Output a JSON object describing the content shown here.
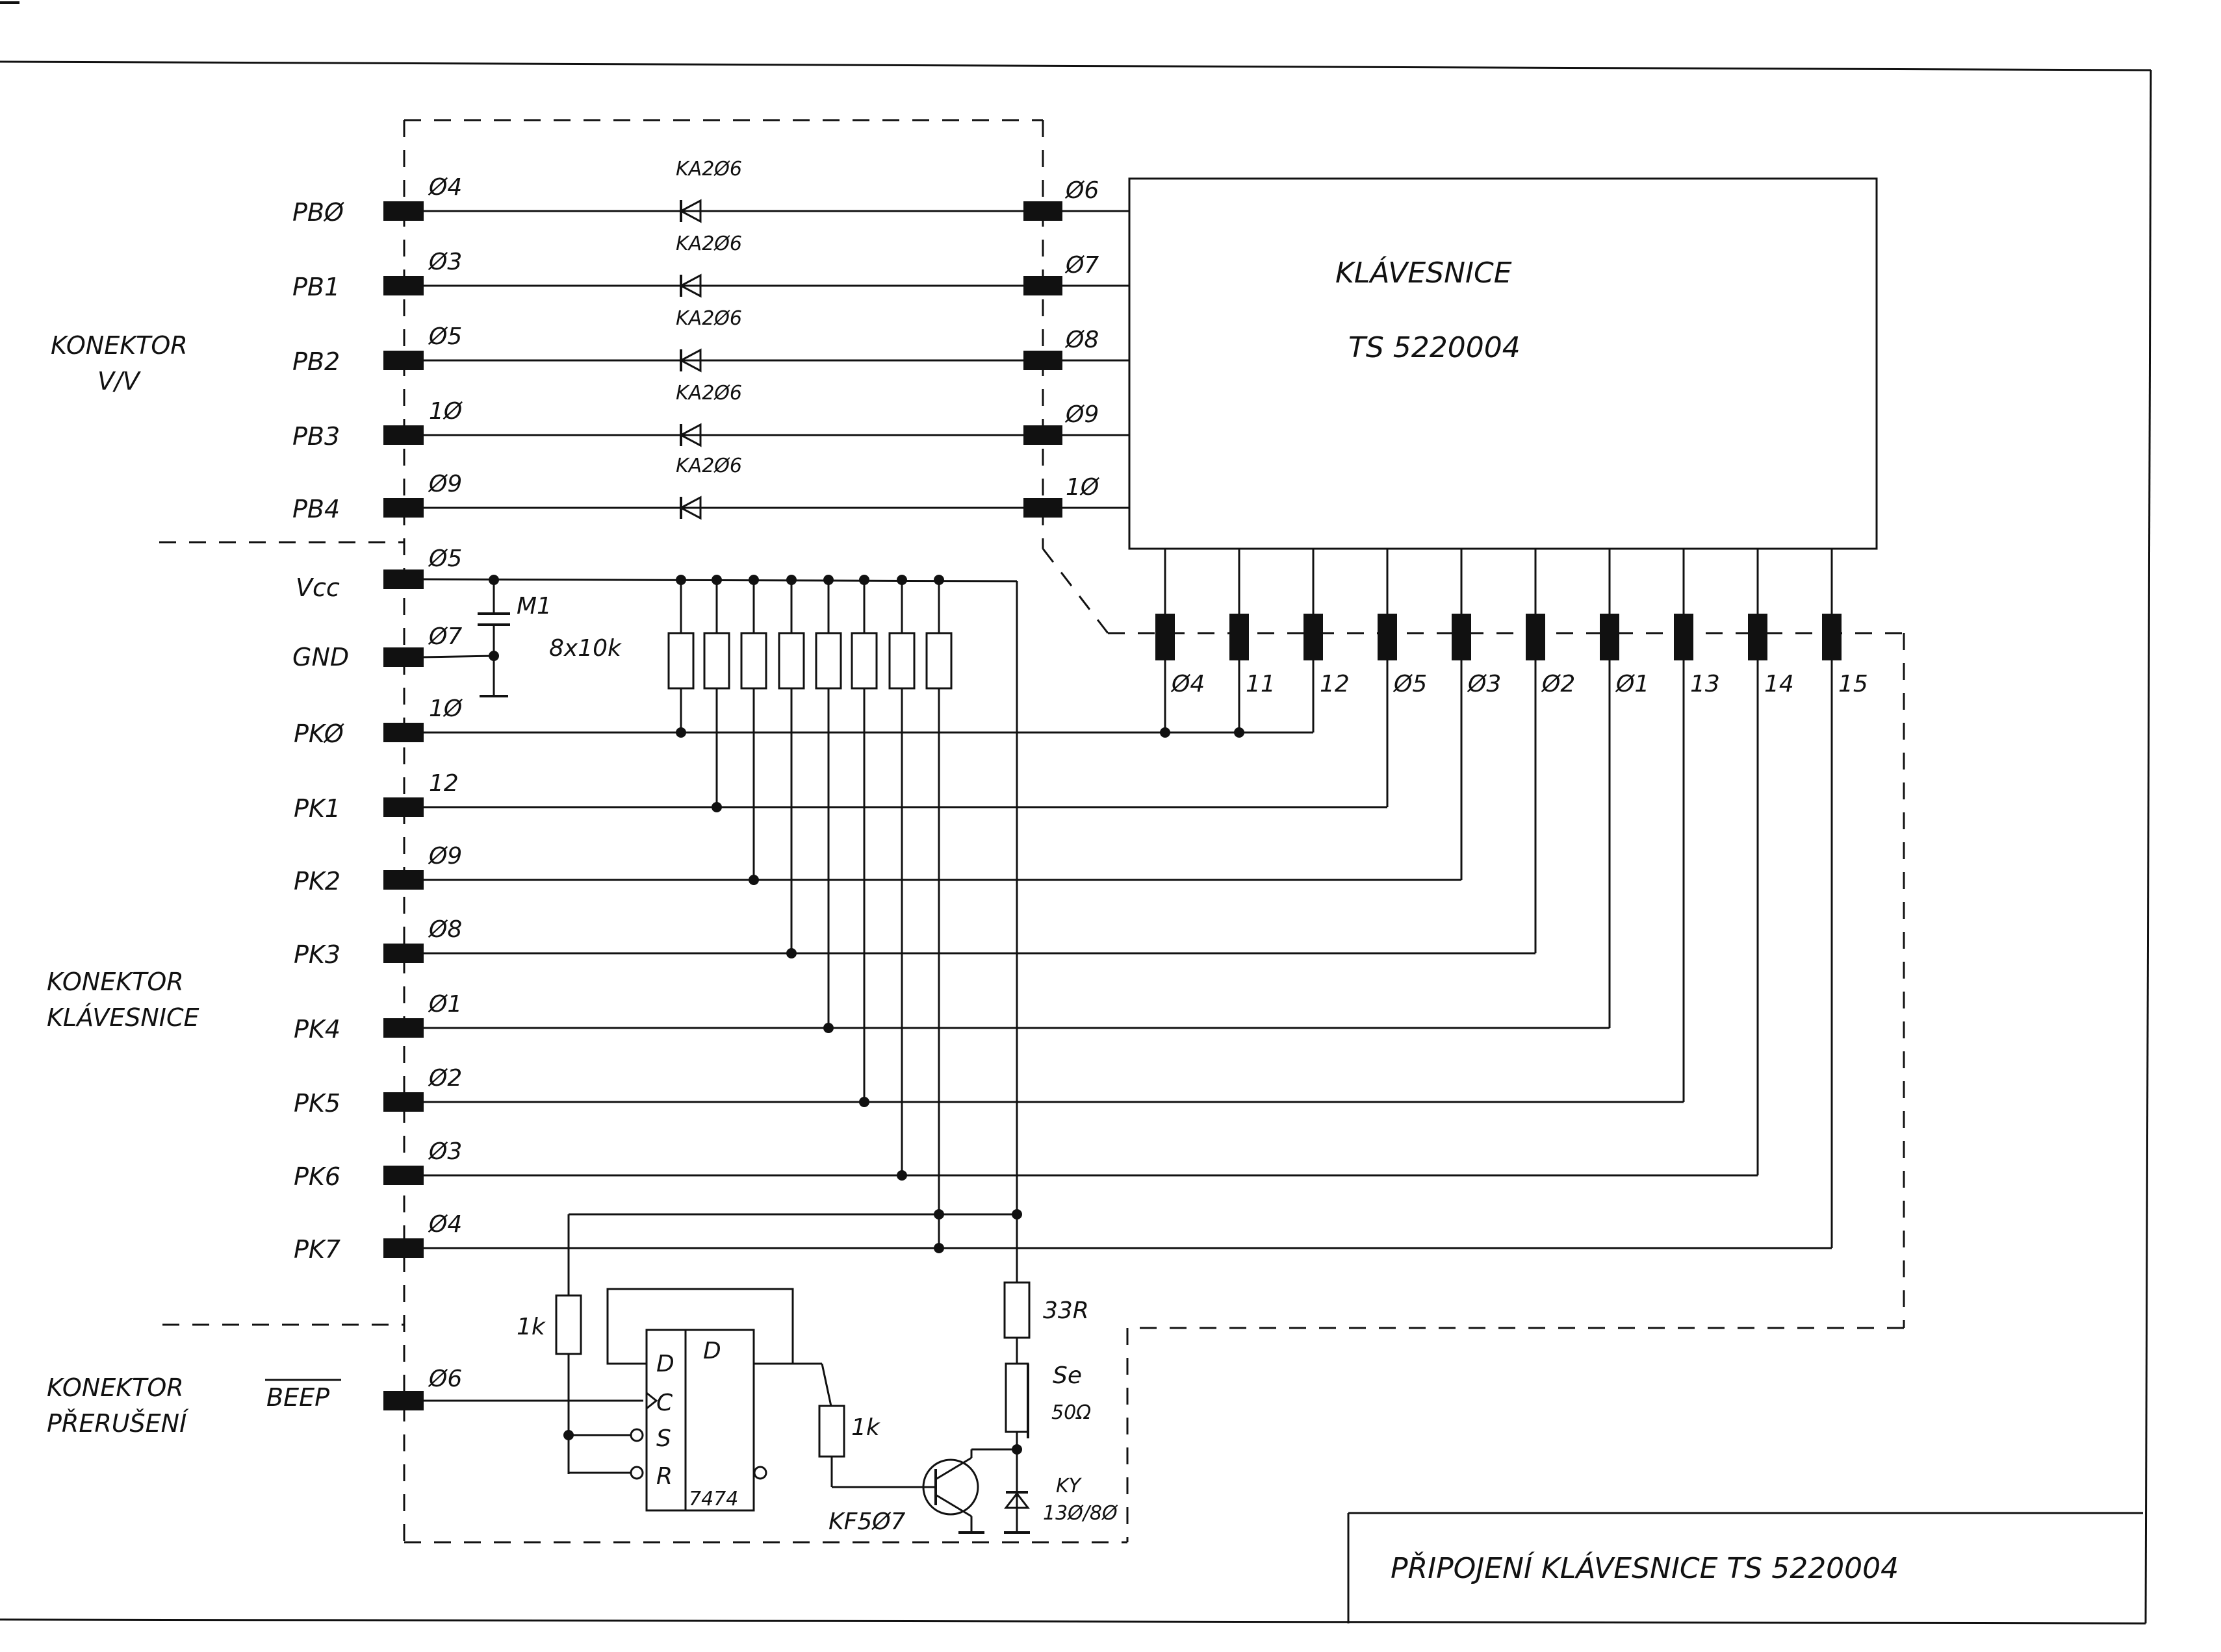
{
  "connectors": {
    "io": [
      "KONEKTOR",
      "V/V"
    ],
    "keyboard": [
      "KONEKTOR",
      "KLÁVESNICE"
    ],
    "interrupt": [
      "KONEKTOR",
      "PŘERUŠENÍ"
    ]
  },
  "io_rows": [
    {
      "signal": "PBØ",
      "pin": "Ø4",
      "diode": "KA2Ø6",
      "kb_pin": "Ø6"
    },
    {
      "signal": "PB1",
      "pin": "Ø3",
      "diode": "KA2Ø6",
      "kb_pin": "Ø7"
    },
    {
      "signal": "PB2",
      "pin": "Ø5",
      "diode": "KA2Ø6",
      "kb_pin": "Ø8"
    },
    {
      "signal": "PB3",
      "pin": "1Ø",
      "diode": "KA2Ø6",
      "kb_pin": "Ø9"
    },
    {
      "signal": "PB4",
      "pin": "Ø9",
      "diode": "KA2Ø6",
      "kb_pin": "1Ø"
    }
  ],
  "power": [
    {
      "signal": "Vcc",
      "pin": "Ø5"
    },
    {
      "signal": "GND",
      "pin": "Ø7"
    }
  ],
  "key_rows": [
    {
      "signal": "PKØ",
      "pin": "1Ø"
    },
    {
      "signal": "PK1",
      "pin": "12"
    },
    {
      "signal": "PK2",
      "pin": "Ø9"
    },
    {
      "signal": "PK3",
      "pin": "Ø8"
    },
    {
      "signal": "PK4",
      "pin": "Ø1"
    },
    {
      "signal": "PK5",
      "pin": "Ø2"
    },
    {
      "signal": "PK6",
      "pin": "Ø3"
    },
    {
      "signal": "PK7",
      "pin": "Ø4"
    }
  ],
  "interrupt_row": {
    "signal": "BEEP",
    "pin": "Ø6"
  },
  "keyboard_block": {
    "title": "KLÁVESNICE",
    "type": "TS 5220004"
  },
  "bottom_pins": [
    "Ø4",
    "11",
    "12",
    "Ø5",
    "Ø3",
    "Ø2",
    "Ø1",
    "13",
    "14",
    "15"
  ],
  "components": {
    "capacitor": "M1",
    "resistor_array": "8x10k",
    "r_pullup": "1k",
    "r_base": "1k",
    "r_speaker": "33R",
    "speaker": [
      "Se",
      "50Ω"
    ],
    "diode": [
      "KY",
      "13Ø/8Ø"
    ],
    "transistor": "KF5Ø7",
    "flipflop": {
      "d": "D",
      "d_in": "D",
      "c": "C",
      "s": "S",
      "r": "R",
      "part": "7474"
    }
  },
  "title_block": "PŘIPOJENÍ  KLÁVESNICE  TS 5220004"
}
